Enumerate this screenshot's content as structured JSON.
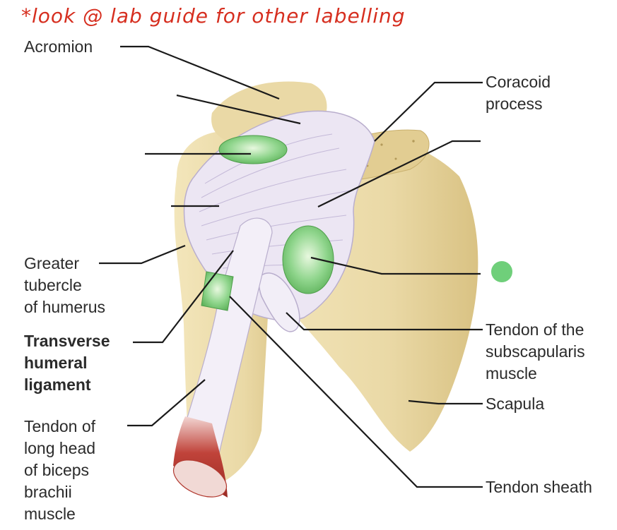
{
  "annotation": {
    "text": "*look @ lab guide for other labelling",
    "color": "#d62e1f"
  },
  "labels": {
    "acromion": [
      "Acromion"
    ],
    "coracoid": [
      "Coracoid",
      "process"
    ],
    "greater_tubercle": [
      "Greater",
      "tubercle",
      "of humerus"
    ],
    "transverse": [
      "Transverse",
      "humeral",
      "ligament"
    ],
    "biceps_tendon": [
      "Tendon of",
      "long head",
      "of biceps",
      "brachii",
      "muscle"
    ],
    "subscapularis": [
      "Tendon of the",
      "subscapularis",
      "muscle"
    ],
    "scapula": [
      "Scapula"
    ],
    "tendon_sheath": [
      "Tendon sheath"
    ]
  },
  "colors": {
    "bone": "#ead9a6",
    "bone_shade": "#d9c283",
    "ligament": "#ece6f3",
    "ligament_line": "#b9aecd",
    "bursa": "#8fd58c",
    "muscle": "#c0433a",
    "leader": "#1a1a1a",
    "marker_dot": "#6fcf7a"
  },
  "icons": [
    "green-marker-dot"
  ]
}
